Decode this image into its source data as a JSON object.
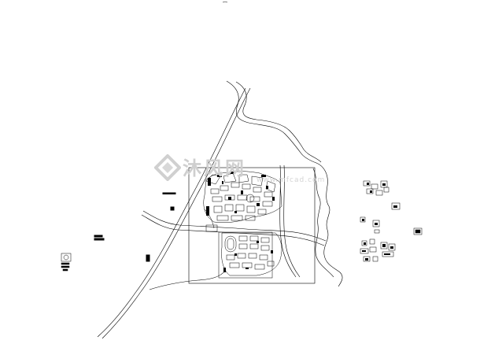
{
  "drawing": {
    "background": "#ffffff",
    "line_color": "#000000",
    "view": "site master plan (CAD line drawing)"
  },
  "watermark": {
    "text": "沐风网",
    "sub_text": "www.mfcad.com",
    "color": "#cfcfcf",
    "logo_icon": "diamond-logo-icon"
  }
}
